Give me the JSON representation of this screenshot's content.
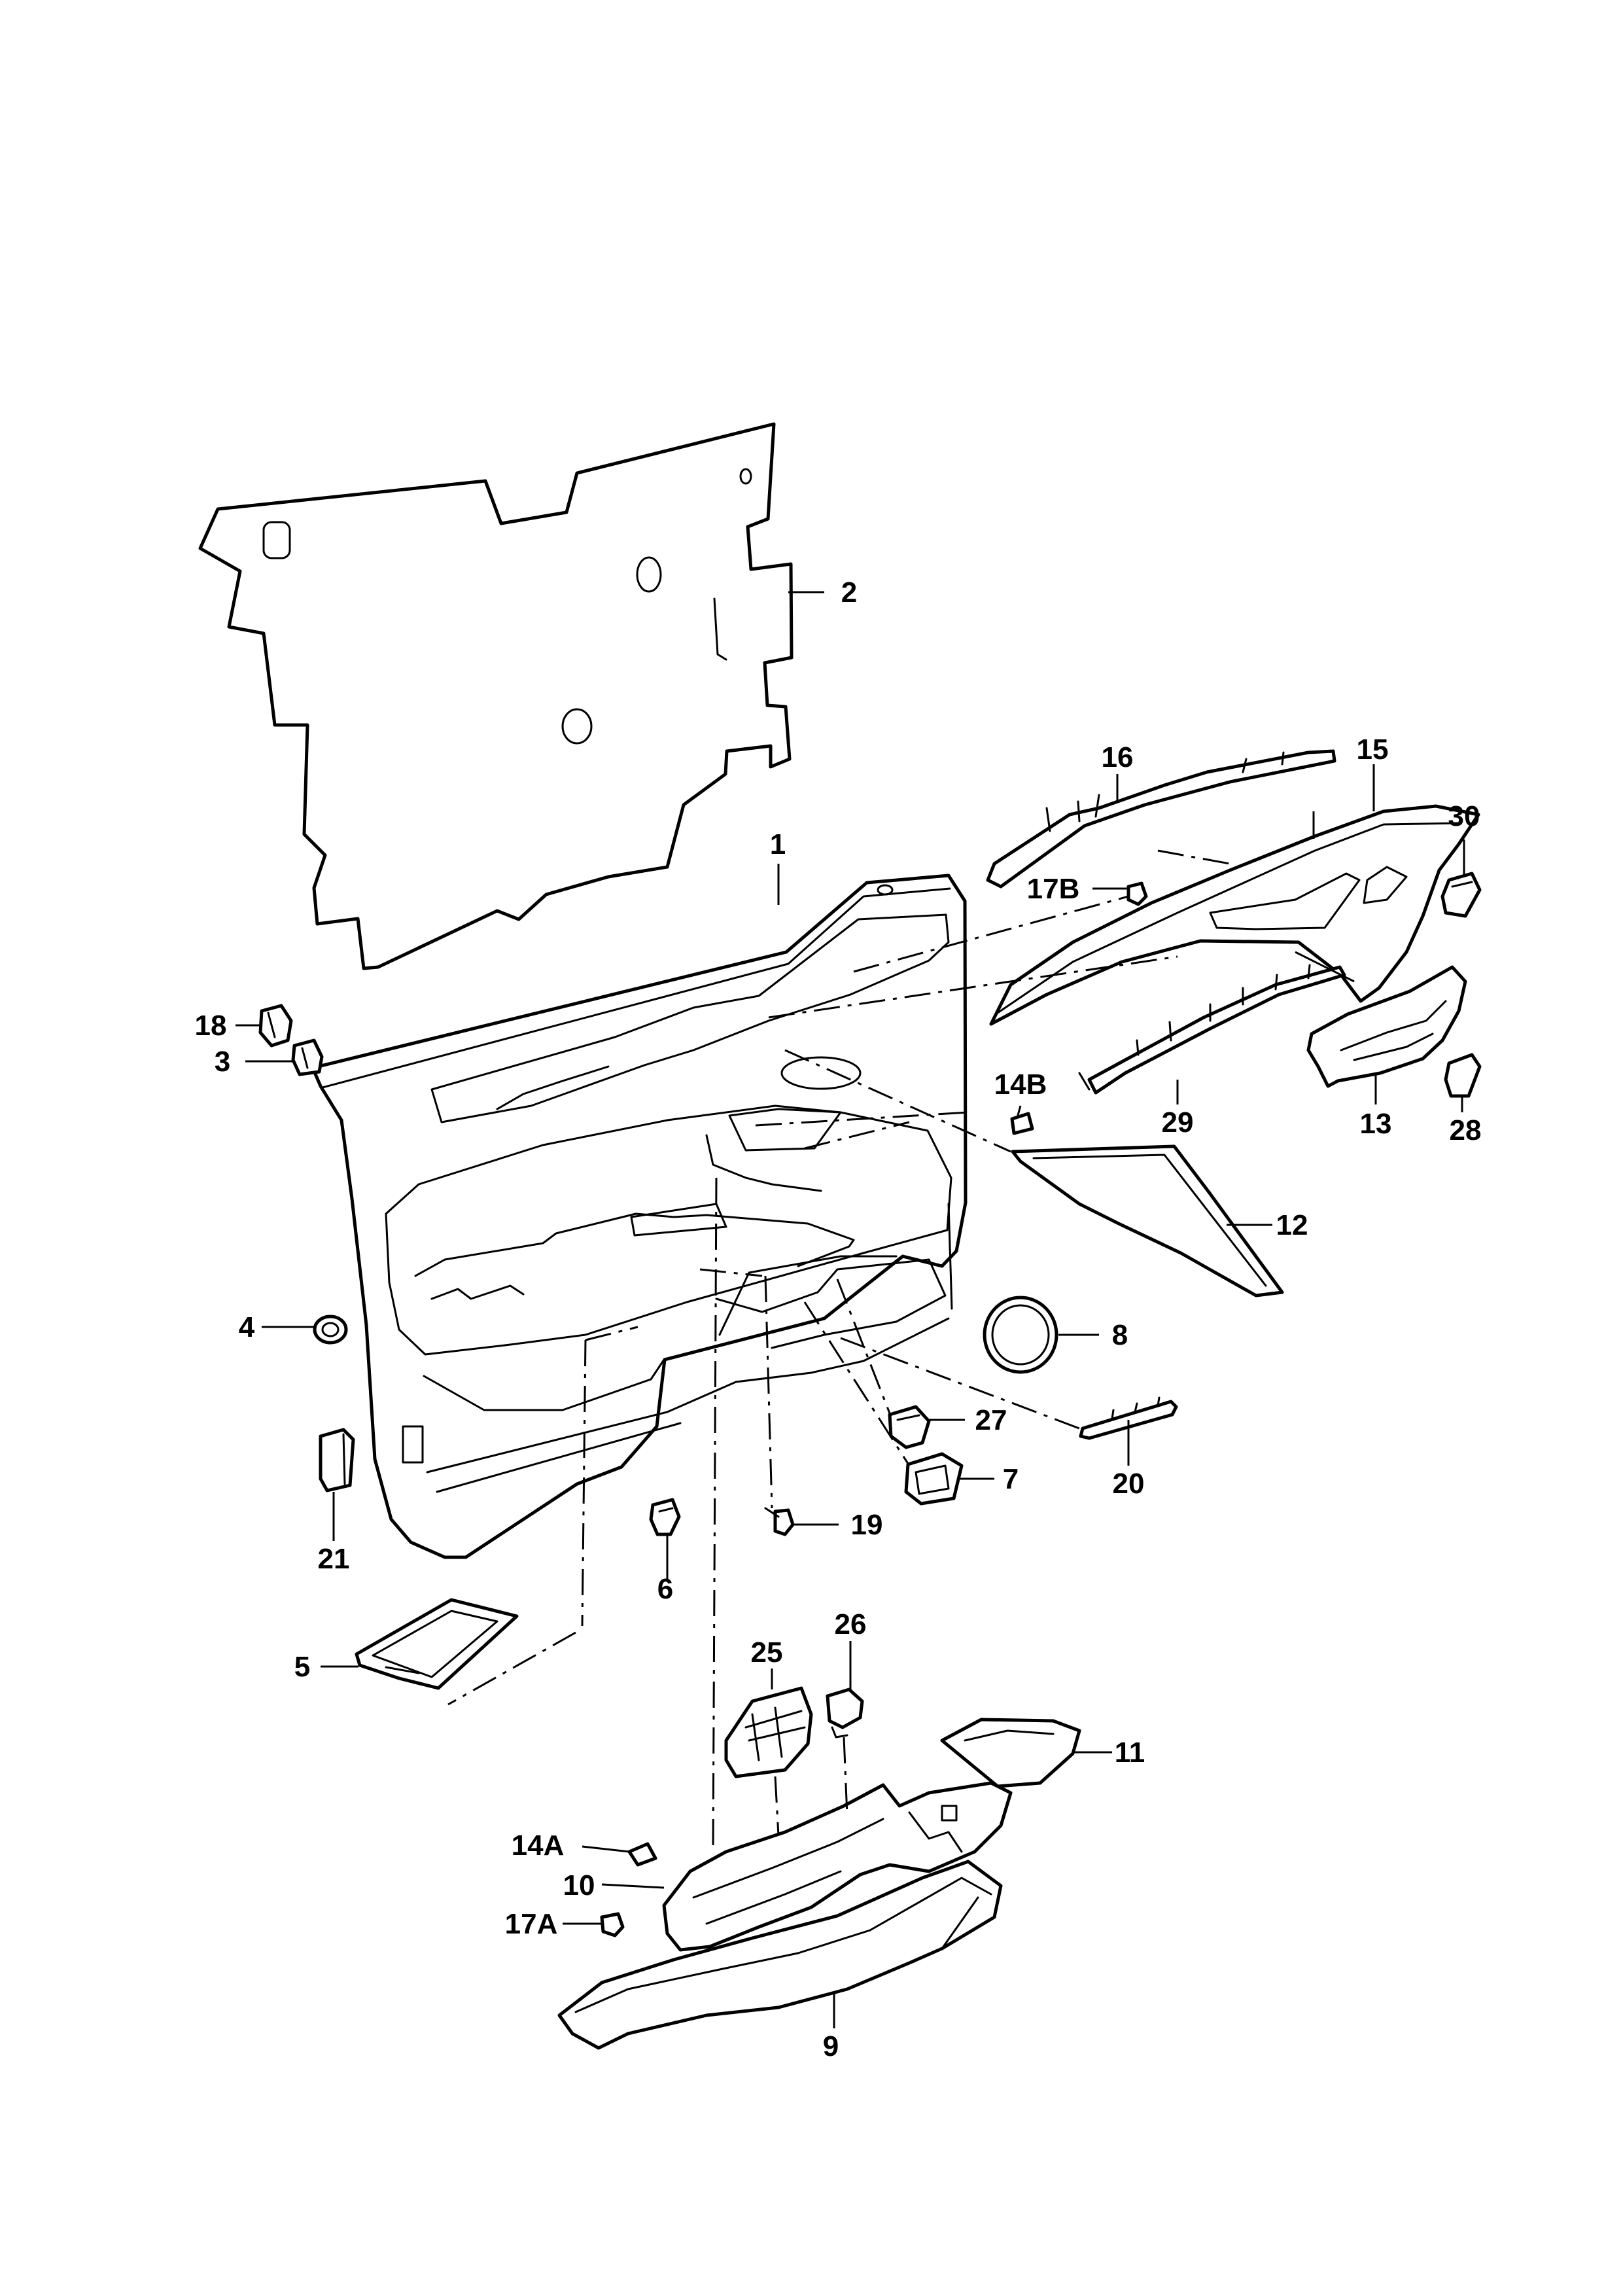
{
  "diagram": {
    "callouts": [
      {
        "id": "c1",
        "label": "1"
      },
      {
        "id": "c2",
        "label": "2"
      },
      {
        "id": "c3",
        "label": "3"
      },
      {
        "id": "c4",
        "label": "4"
      },
      {
        "id": "c5",
        "label": "5"
      },
      {
        "id": "c6",
        "label": "6"
      },
      {
        "id": "c7",
        "label": "7"
      },
      {
        "id": "c8",
        "label": "8"
      },
      {
        "id": "c9",
        "label": "9"
      },
      {
        "id": "c10",
        "label": "10"
      },
      {
        "id": "c11",
        "label": "11"
      },
      {
        "id": "c12",
        "label": "12"
      },
      {
        "id": "c13",
        "label": "13"
      },
      {
        "id": "c14A",
        "label": "14A"
      },
      {
        "id": "c14B",
        "label": "14B"
      },
      {
        "id": "c15",
        "label": "15"
      },
      {
        "id": "c16",
        "label": "16"
      },
      {
        "id": "c17A",
        "label": "17A"
      },
      {
        "id": "c17B",
        "label": "17B"
      },
      {
        "id": "c18",
        "label": "18"
      },
      {
        "id": "c19",
        "label": "19"
      },
      {
        "id": "c20",
        "label": "20"
      },
      {
        "id": "c21",
        "label": "21"
      },
      {
        "id": "c25",
        "label": "25"
      },
      {
        "id": "c26",
        "label": "26"
      },
      {
        "id": "c27",
        "label": "27"
      },
      {
        "id": "c28",
        "label": "28"
      },
      {
        "id": "c29",
        "label": "29"
      },
      {
        "id": "c30",
        "label": "30"
      }
    ]
  }
}
